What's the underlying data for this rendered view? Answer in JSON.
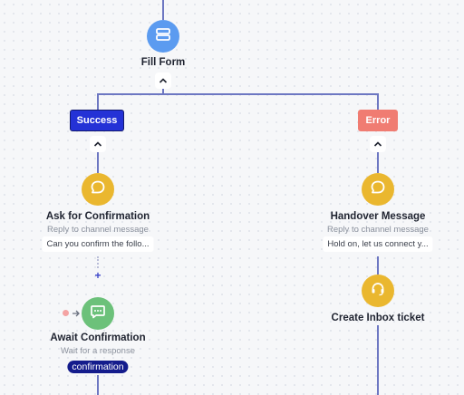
{
  "fill_form": {
    "title": "Fill Form",
    "icon": "form-icon"
  },
  "branches": {
    "success": {
      "label": "Success",
      "color": "#2432d6"
    },
    "error": {
      "label": "Error",
      "color": "#f07c72"
    }
  },
  "ask_confirmation": {
    "title": "Ask for Confirmation",
    "subtitle": "Reply to channel message",
    "preview": "Can you confirm the follo...",
    "icon": "chat-bubble-icon"
  },
  "handover": {
    "title": "Handover Message",
    "subtitle": "Reply to channel message",
    "preview": "Hold on, let us connect y...",
    "icon": "chat-bubble-icon"
  },
  "add_step": {
    "label": "+"
  },
  "await_confirmation": {
    "title": "Await Confirmation",
    "subtitle": "Wait for a response",
    "tag": "confirmation",
    "icon": "message-icon"
  },
  "inbox_ticket": {
    "title": "Create Inbox ticket",
    "icon": "headset-icon"
  },
  "colors": {
    "line": "#6d77c2",
    "node_blue": "#5b9bf0",
    "node_yellow": "#eab72f",
    "node_green": "#6cc17a",
    "tag_bg": "#141c8c"
  }
}
